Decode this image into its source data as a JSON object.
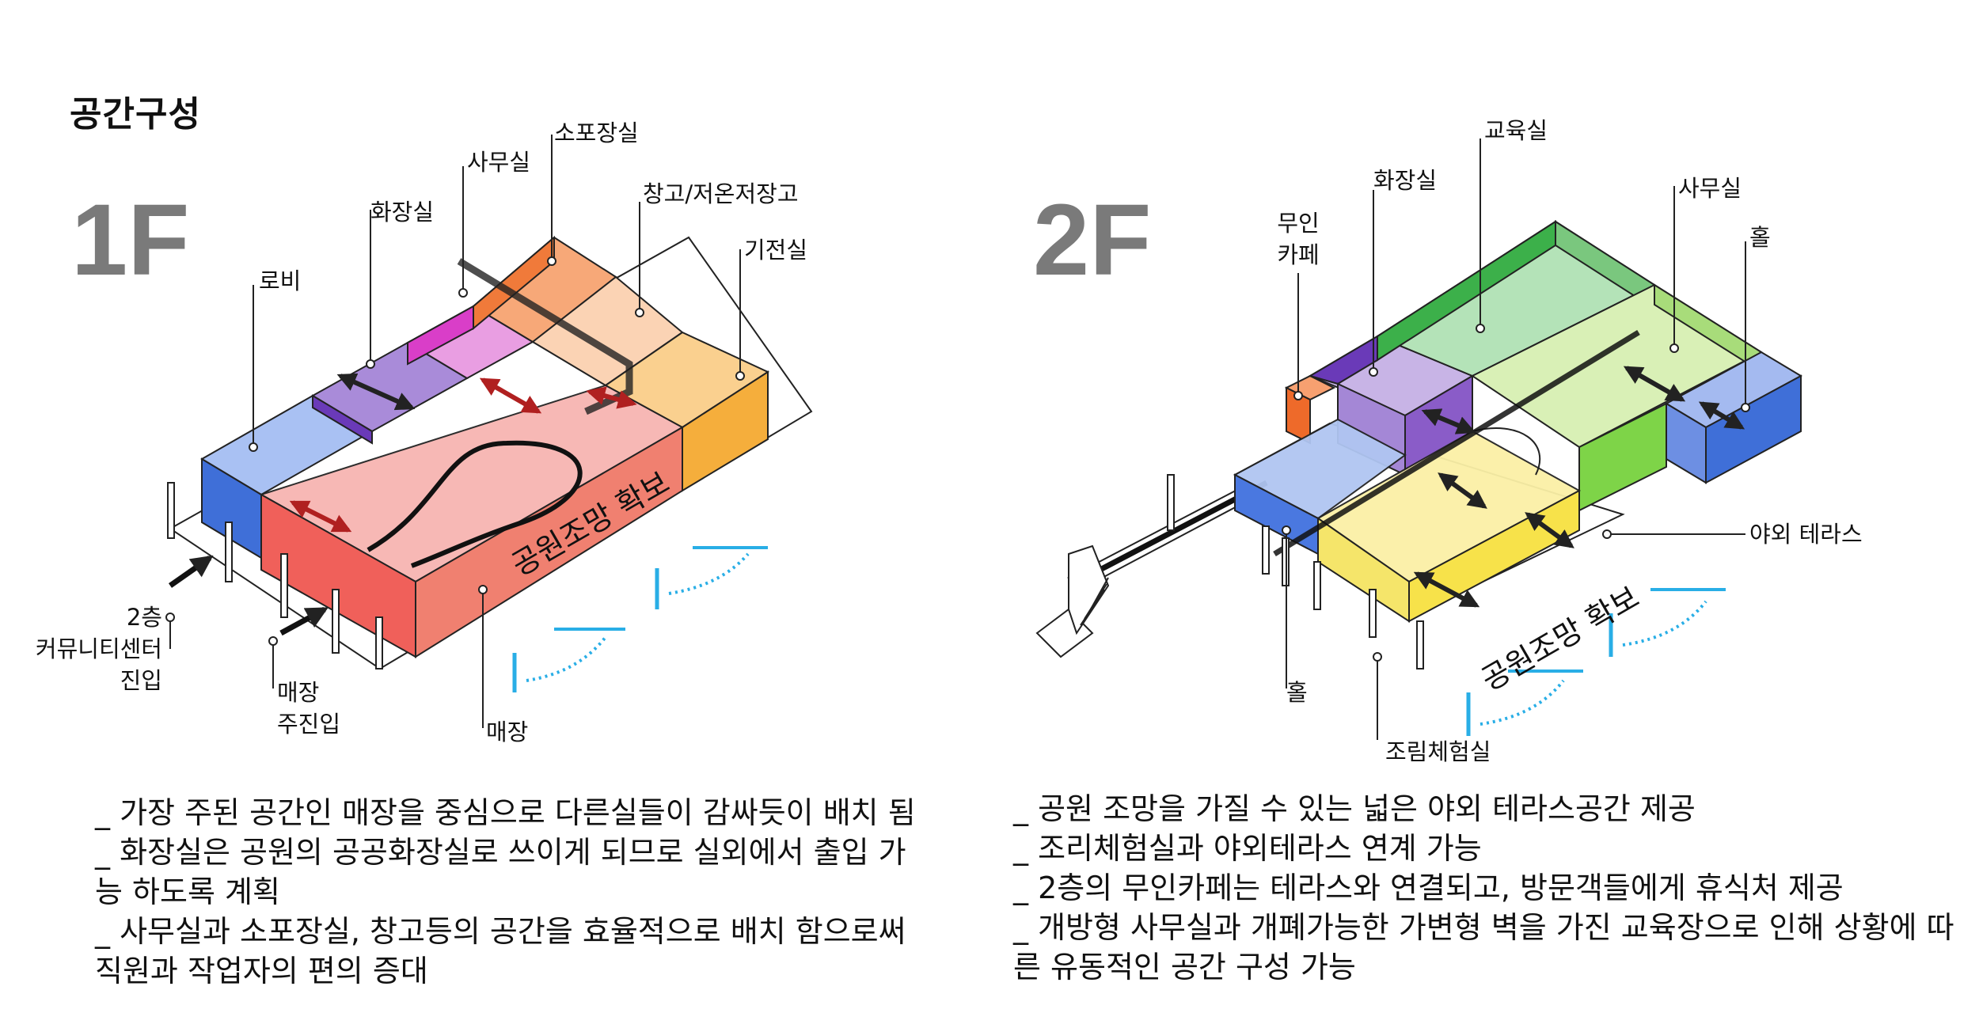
{
  "title": "공간구성",
  "floor1": {
    "label": "1F",
    "rooms": {
      "lobby": "로비",
      "toilet": "화장실",
      "office": "사무실",
      "packing": "소포장실",
      "storage": "창고/저온저장고",
      "electric": "기전실",
      "shop": "매장"
    },
    "entry_community": [
      "2층",
      "커뮤니티센터",
      "진입"
    ],
    "entry_shop": [
      "매장",
      "주진입"
    ],
    "view": "공원조망 확보",
    "notes": [
      "_ 가장 주된 공간인 매장을 중심으로 다른실들이 감싸듯이 배치 됨",
      "_ 화장실은 공원의 공공화장실로 쓰이게 되므로 실외에서 출입 가",
      "능 하도록 계획",
      "_ 사무실과 소포장실, 창고등의 공간을 효율적으로 배치 함으로써",
      "직원과 작업자의 편의 증대"
    ]
  },
  "floor2": {
    "label": "2F",
    "rooms": {
      "cafe": [
        "무인",
        "카페"
      ],
      "toilet": "화장실",
      "education": "교육실",
      "office": "사무실",
      "hall_right": "홀",
      "terrace": "야외 테라스",
      "hall_left": "홀",
      "cooking": "조림체험실"
    },
    "view": "공원조망 확보",
    "notes": [
      "_ 공원 조망을 가질 수 있는 넓은 야외 테라스공간 제공",
      "_ 조리체험실과 야외테라스 연계 가능",
      "_ 2층의 무인카페는 테라스와 연결되고, 방문객들에게 휴식처 제공",
      "_ 개방형 사무실과 개폐가능한 가변형 벽을 가진 교육장으로 인해 상황에 따",
      "른 유동적인 공간 구성 가능"
    ]
  },
  "colors": {
    "shop": "#f0605a",
    "shop_light": "#f7b5b2",
    "lobby": "#3f6fd8",
    "toilet1": "#6a3ab8",
    "office1": "#d93ec8",
    "packing": "#f07a3a",
    "storage": "#f8b48a",
    "electric": "#f5ae3c",
    "green_dark": "#3cb04a",
    "green_light": "#b8e49a",
    "yellow": "#f7e24a",
    "purple2": "#8a5cc8",
    "orange2": "#ee6a2a",
    "blue2": "#4a78e0",
    "view_line": "#29aee6"
  }
}
